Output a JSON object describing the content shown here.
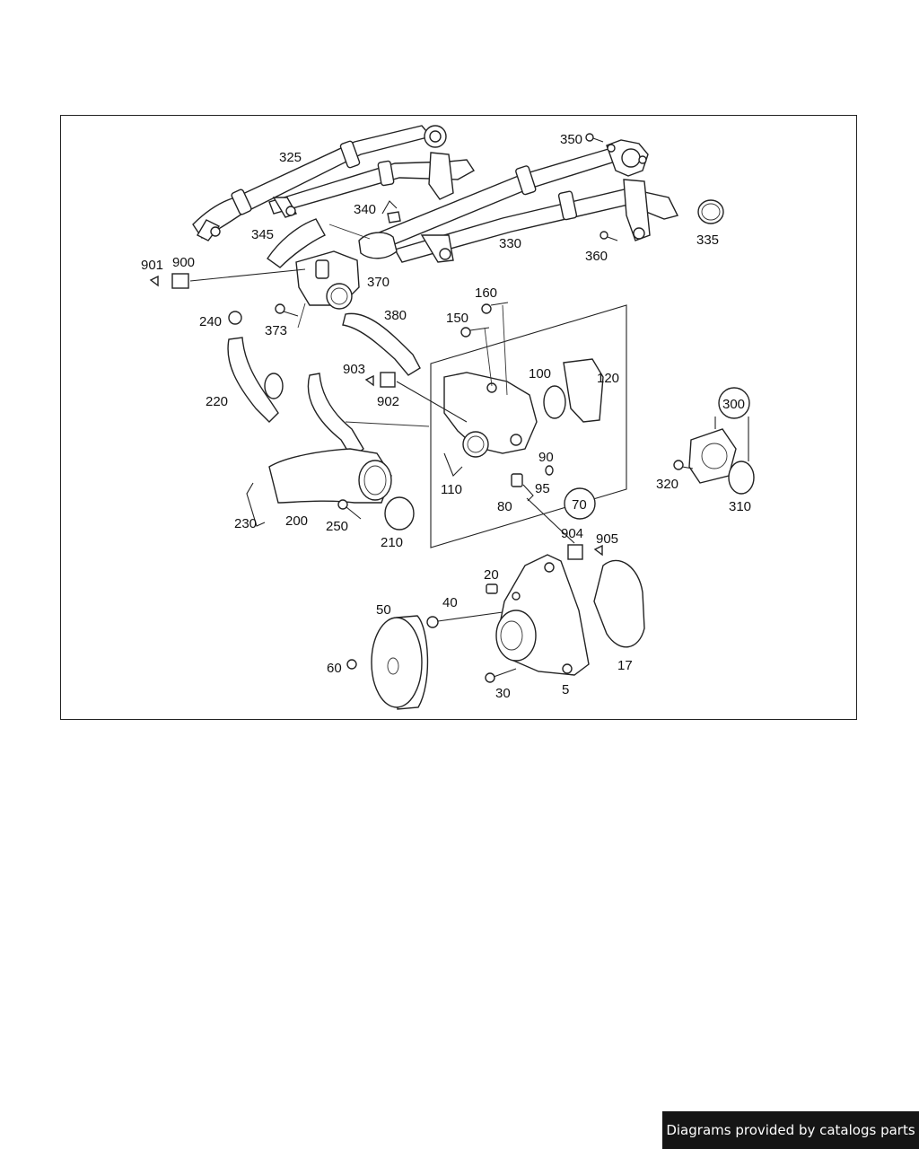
{
  "credit": {
    "text": "Diagrams provided by catalogs parts"
  },
  "callouts": {
    "p325": "325",
    "p350": "350",
    "p340": "340",
    "p345": "345",
    "p330": "330",
    "p335": "335",
    "p360": "360",
    "p901": "901",
    "p900": "900",
    "p370": "370",
    "p373": "373",
    "p240": "240",
    "p380": "380",
    "p160": "160",
    "p150": "150",
    "p903": "903",
    "p902": "902",
    "p100": "100",
    "p120": "120",
    "p300": "300",
    "p220": "220",
    "p110": "110",
    "p90": "90",
    "p95": "95",
    "p80": "80",
    "p70": "70",
    "p320": "320",
    "p310": "310",
    "p230": "230",
    "p200": "200",
    "p250": "250",
    "p210": "210",
    "p904": "904",
    "p905": "905",
    "p20": "20",
    "p40": "40",
    "p50": "50",
    "p60": "60",
    "p30": "30",
    "p5": "5",
    "p17": "17"
  }
}
